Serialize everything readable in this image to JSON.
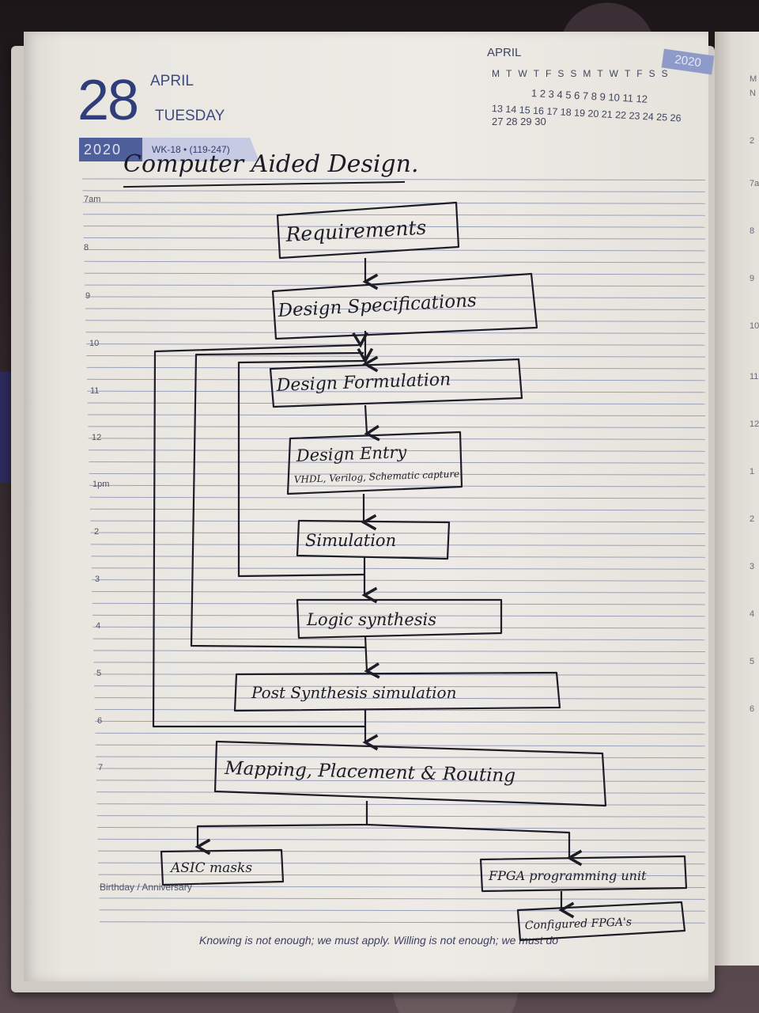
{
  "planner": {
    "date_number": "28",
    "month": "APRIL",
    "weekday": "TUESDAY",
    "year": "2020",
    "week_info": "WK-18 • (119-247)",
    "mini_calendar": {
      "month": "APRIL",
      "year": "2020",
      "weekday_header": "MTWTFSSMTWTFSS",
      "row1": "1  2  3  4  5  6  7  8  9 10 11 12",
      "row2": "13 14 15 16 17 18 19 20 21 22 23 24 25 26",
      "row3": "27 28 29 30"
    },
    "hours": [
      "7am",
      "8",
      "9",
      "10",
      "11",
      "12",
      "1pm",
      "2",
      "3",
      "4",
      "5",
      "6",
      "7"
    ],
    "footer_label": "Birthday / Anniversary",
    "quote": "Knowing is not enough; we must apply. Willing is not enough; we must do"
  },
  "right_page_fragments": [
    "M",
    "N",
    "2",
    "7a",
    "8",
    "9",
    "10",
    "11",
    "12",
    "1",
    "2",
    "3",
    "4",
    "5",
    "6"
  ],
  "notes": {
    "title": "Computer Aided Design.",
    "flowchart": {
      "requirements": "Requirements",
      "specifications": "Design Specifications",
      "formulation": "Design Formulation",
      "entry": "Design Entry",
      "entry_sub": "VHDL, Verilog, Schematic capture",
      "simulation": "Simulation",
      "synthesis": "Logic synthesis",
      "post_synthesis": "Post Synthesis simulation",
      "mapping": "Mapping, Placement & Routing",
      "asic": "ASIC masks",
      "fpga": "FPGA programming unit",
      "configured": "Configured FPGA's"
    }
  }
}
